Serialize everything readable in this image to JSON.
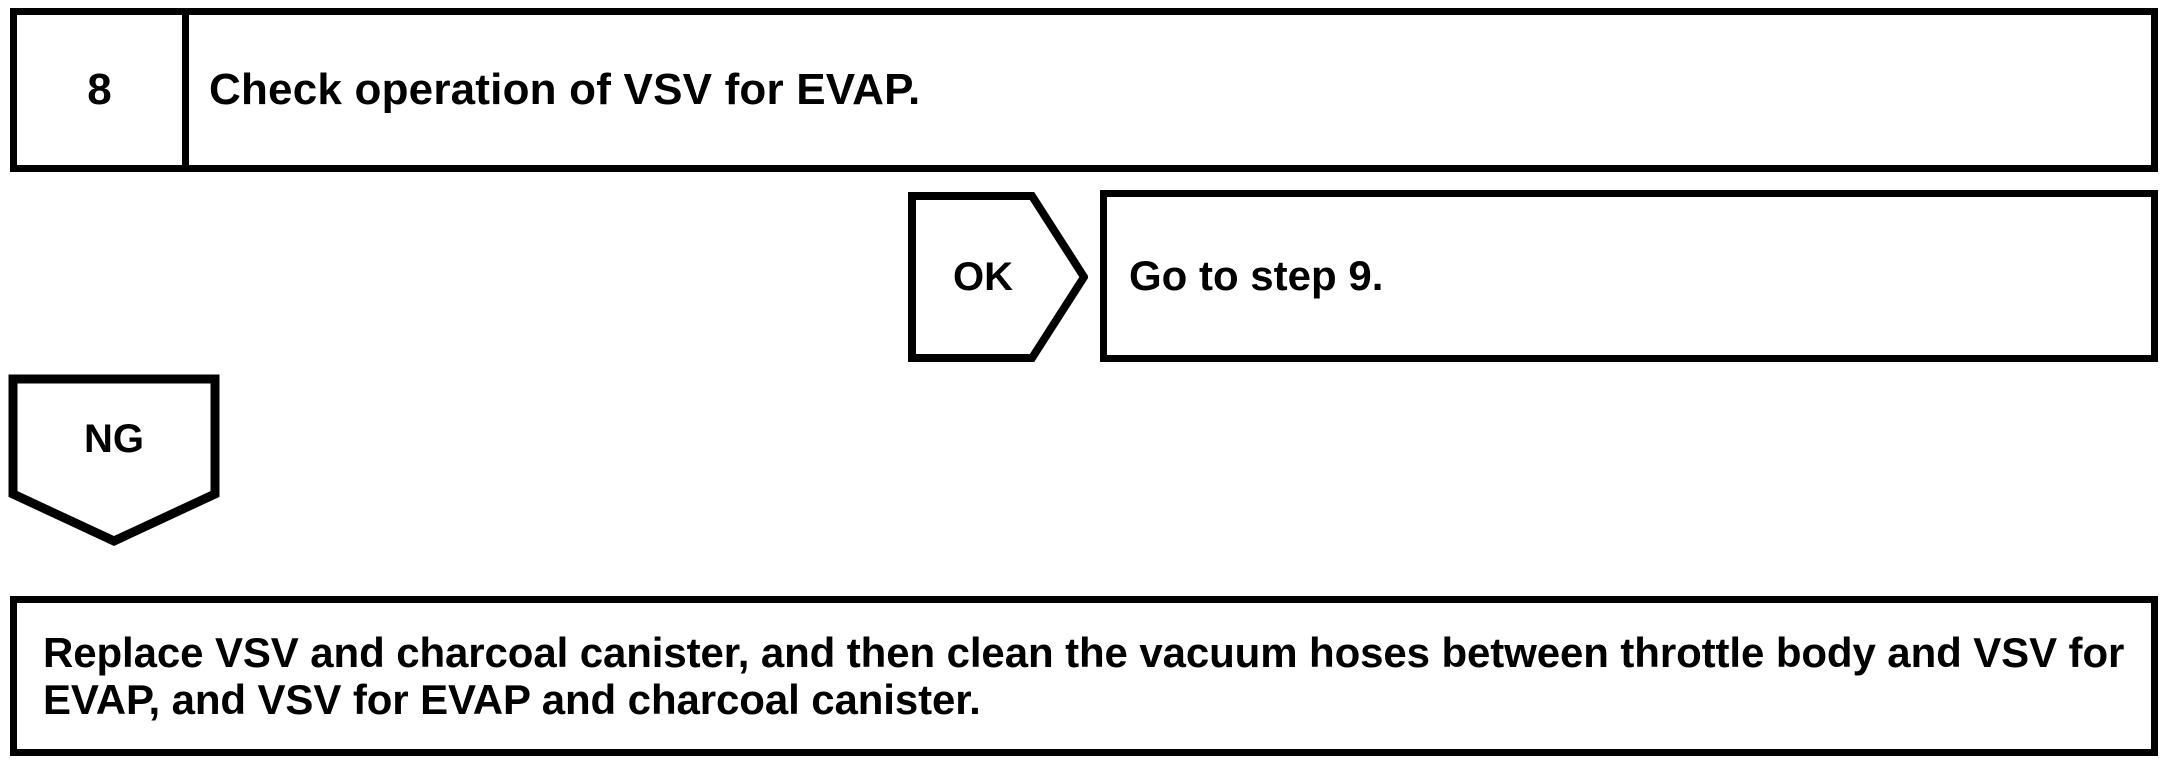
{
  "diagram": {
    "type": "troubleshooting-flowchart",
    "line_color": "#000000",
    "background_color": "#ffffff",
    "step": {
      "number": "8",
      "instruction": "Check operation of VSV for EVAP."
    },
    "branches": [
      {
        "tag": "OK",
        "tag_shape": "right-pointing-pentagon",
        "result": "Go to step 9."
      },
      {
        "tag": "NG",
        "tag_shape": "down-pointing-pentagon",
        "result": "Replace VSV and charcoal canister, and then clean the vacuum hoses between throttle body and VSV for EVAP, and VSV for EVAP and charcoal canister."
      }
    ]
  }
}
